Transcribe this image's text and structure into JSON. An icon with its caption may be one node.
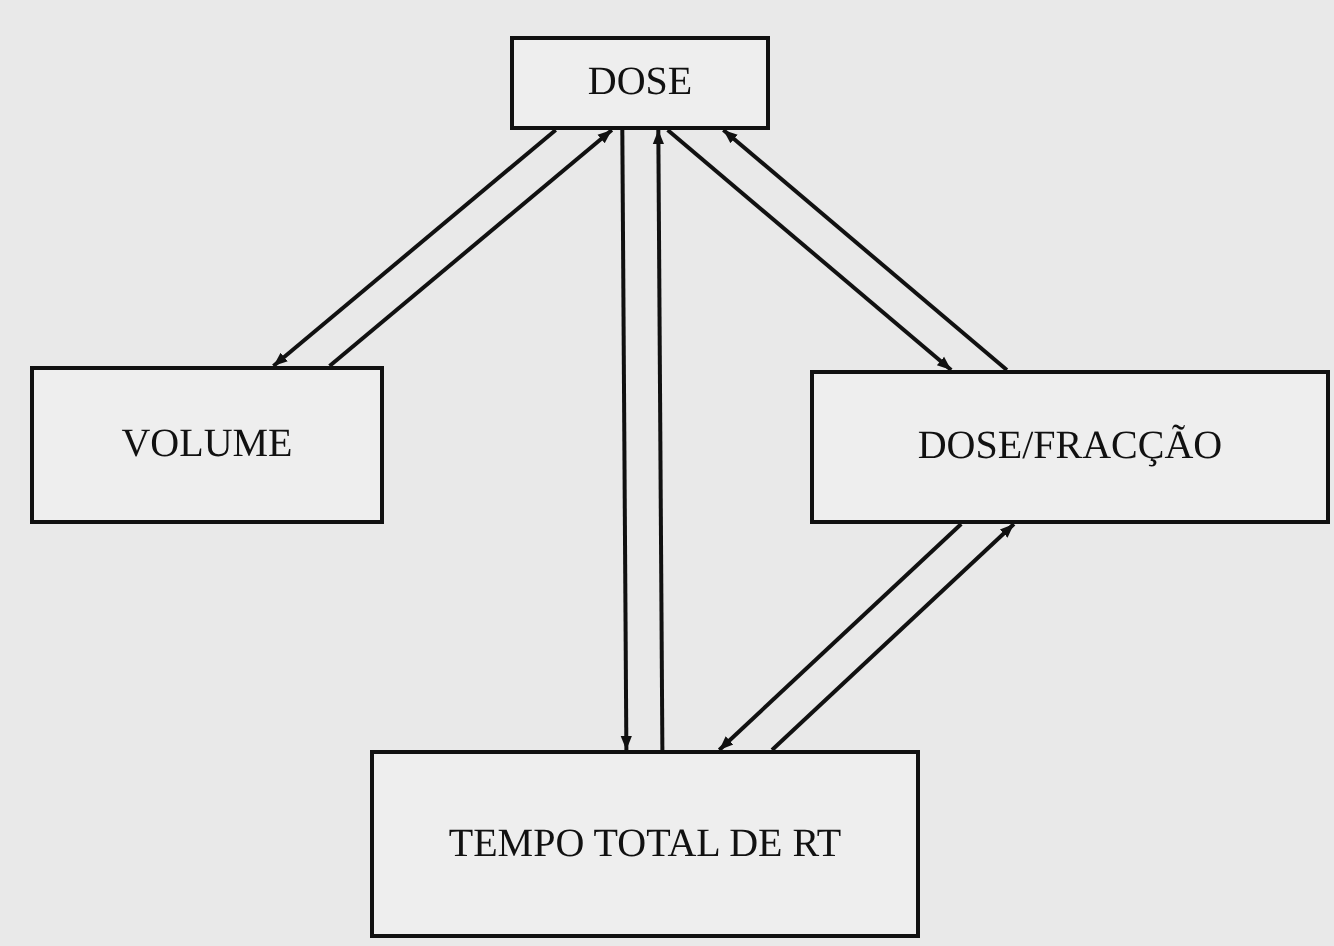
{
  "diagram": {
    "nodes": [
      {
        "text": [
          "DOSE"
        ]
      },
      {
        "text": [
          "VOLUME"
        ]
      },
      {
        "text": [
          "DOSE/FRACÇÃO"
        ]
      },
      {
        "text": [
          "TEMPO TOTAL DE RT"
        ]
      }
    ],
    "edges": [
      {
        "from": 1,
        "to": 0,
        "arrow": "to"
      },
      {
        "from": 0,
        "to": 1,
        "arrow": "to"
      },
      {
        "from": 0,
        "to": 3,
        "arrow": "to"
      },
      {
        "from": 3,
        "to": 0,
        "arrow": "to"
      },
      {
        "from": 2,
        "to": 0,
        "arrow": "to"
      },
      {
        "from": 0,
        "to": 2,
        "arrow": "to"
      },
      {
        "from": 3,
        "to": 2,
        "arrow": "to"
      },
      {
        "from": 2,
        "to": 3,
        "arrow": "to"
      }
    ]
  }
}
